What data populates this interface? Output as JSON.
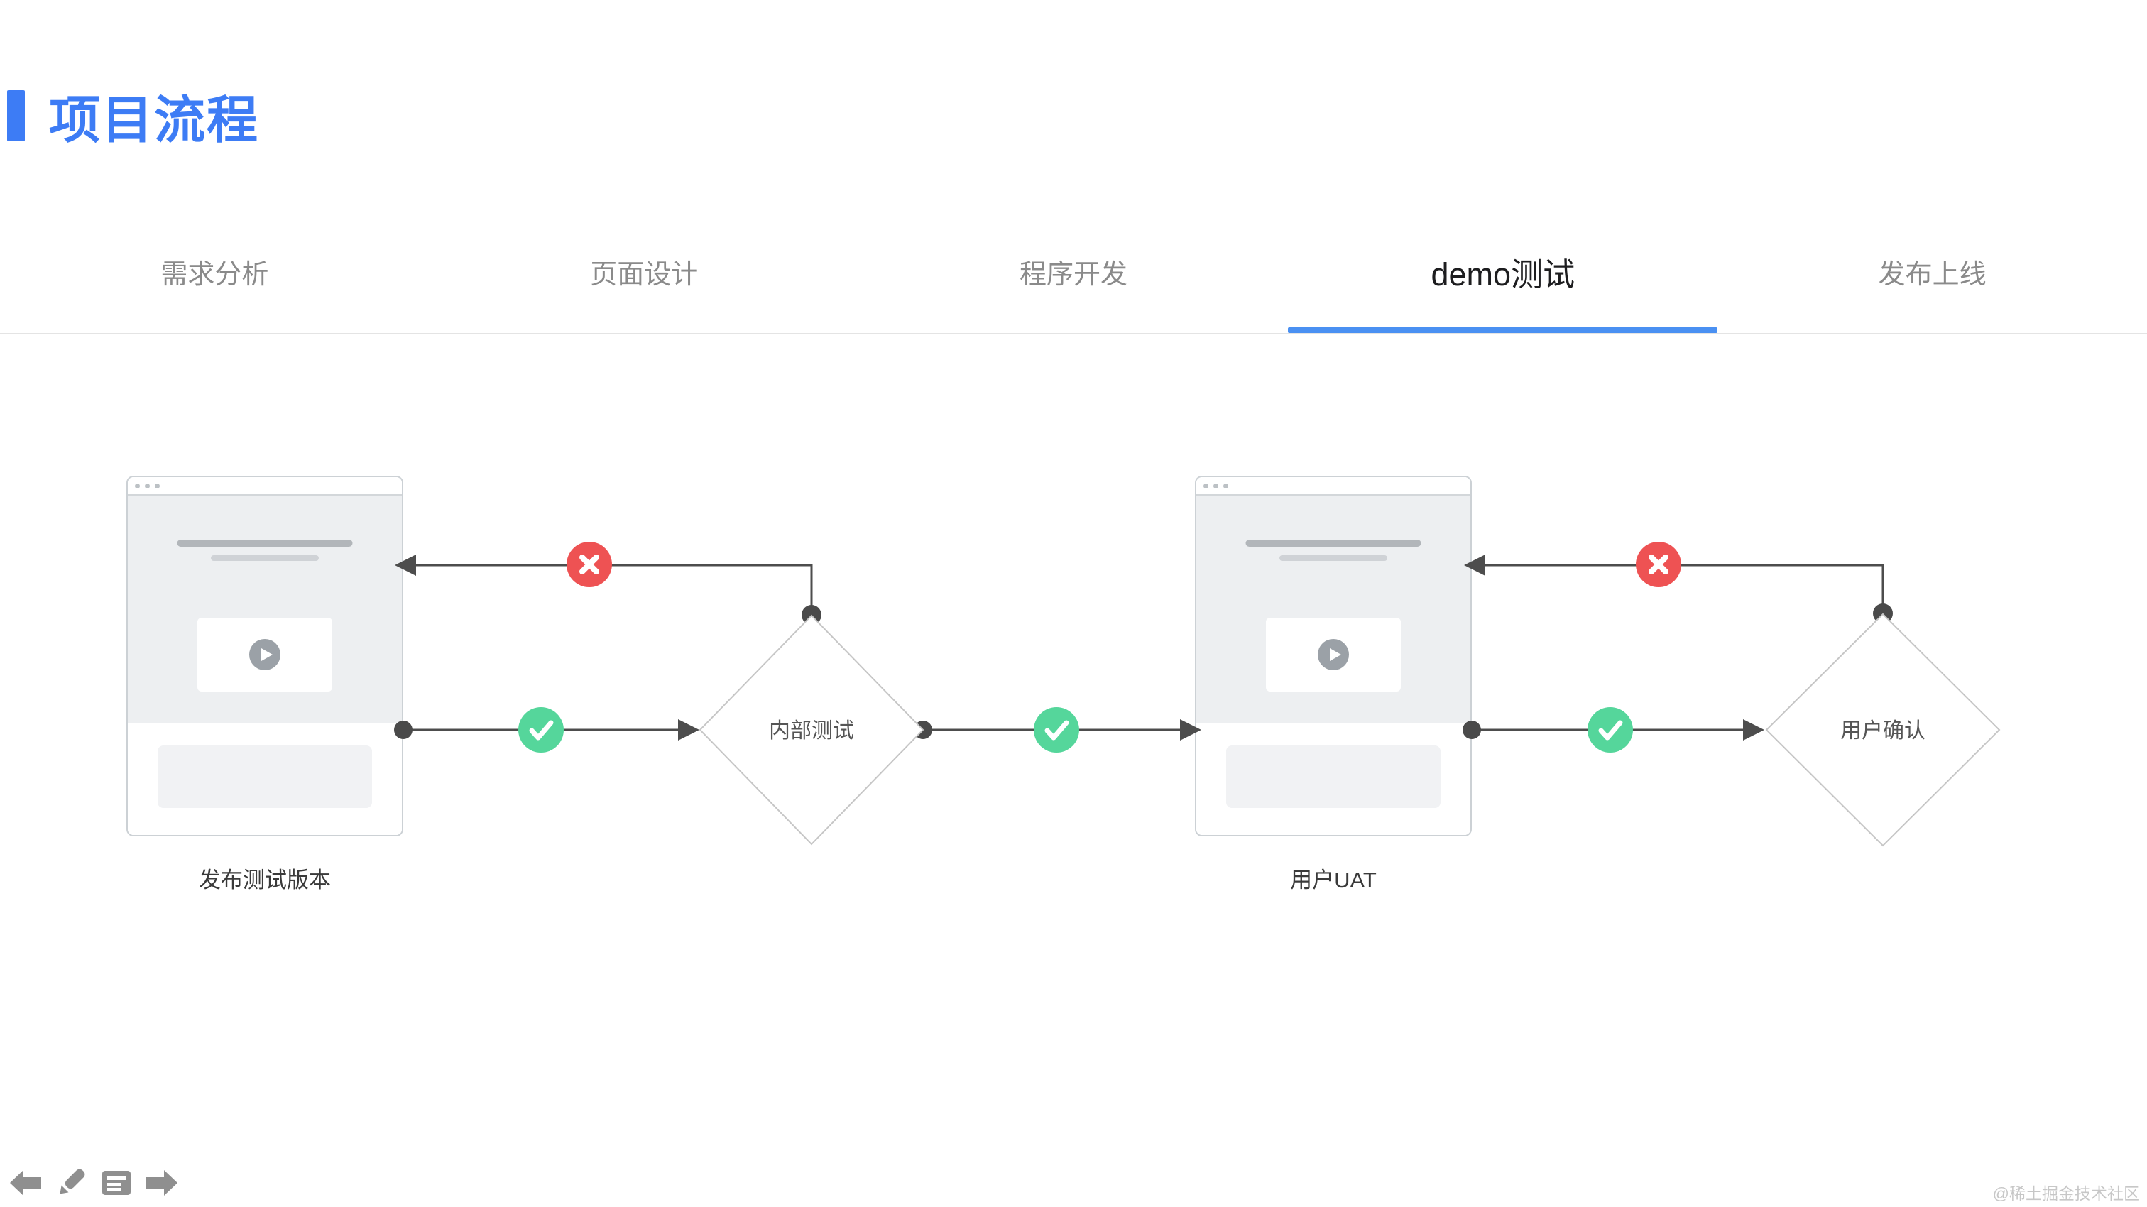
{
  "page": {
    "title": "项目流程",
    "watermark": "@稀土掘金技术社区",
    "colors": {
      "accent_blue": "#3D7CF5",
      "underline_blue": "#4A90F2",
      "success_green": "#55D69B",
      "error_red": "#EE5253",
      "line_gray": "#4D4D4D",
      "tab_inactive": "#8A8A8A",
      "tab_active": "#1D1D1F"
    }
  },
  "tabs": {
    "items": [
      {
        "label": "需求分析",
        "active": false
      },
      {
        "label": "页面设计",
        "active": false
      },
      {
        "label": "程序开发",
        "active": false
      },
      {
        "label": "demo测试",
        "active": true
      },
      {
        "label": "发布上线",
        "active": false
      }
    ]
  },
  "flow": {
    "nodes": {
      "release_build": {
        "label": "发布测试版本",
        "type": "browser-mockup"
      },
      "internal_test": {
        "label": "内部测试",
        "type": "decision-diamond"
      },
      "user_uat": {
        "label": "用户UAT",
        "type": "browser-mockup"
      },
      "user_confirm": {
        "label": "用户确认",
        "type": "decision-diamond"
      }
    },
    "edges": [
      {
        "from": "release_build",
        "to": "internal_test",
        "status": "pass",
        "badge": "check"
      },
      {
        "from": "internal_test",
        "to": "release_build",
        "status": "fail",
        "badge": "cross"
      },
      {
        "from": "internal_test",
        "to": "user_uat",
        "status": "pass",
        "badge": "check"
      },
      {
        "from": "user_uat",
        "to": "user_confirm",
        "status": "pass",
        "badge": "check"
      },
      {
        "from": "user_confirm",
        "to": "user_uat",
        "status": "fail",
        "badge": "cross"
      }
    ]
  },
  "footer": {
    "nav_icons": [
      "back-arrow",
      "pencil",
      "memo",
      "forward-arrow"
    ]
  }
}
